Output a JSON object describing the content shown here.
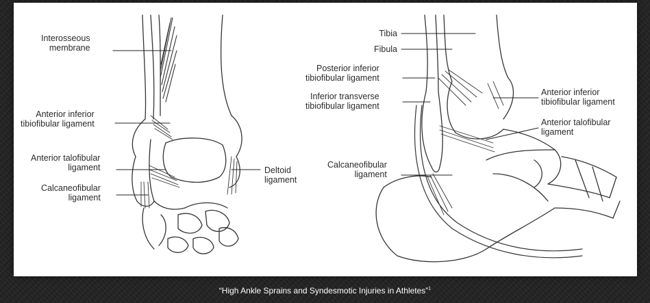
{
  "labels": {
    "interosseous_membrane": [
      "Interosseous",
      "membrane"
    ],
    "anterior_inferior_tibiofibular_left": [
      "Anterior inferior",
      "tibiofibular ligament"
    ],
    "anterior_talofibular_left": [
      "Anterior talofibular",
      "ligament"
    ],
    "calcaneofibular_left": [
      "Calcaneofibular",
      "ligament"
    ],
    "deltoid": [
      "Deltoid",
      "ligament"
    ],
    "tibia": "Tibia",
    "fibula": "Fibula",
    "posterior_inferior_tibiofibular": [
      "Posterior inferior",
      "tibiofibular ligament"
    ],
    "inferior_transverse_tibiofibular": [
      "Inferior transverse",
      "tibiofibular ligament"
    ],
    "calcaneofibular_right": [
      "Calcaneofibular",
      "ligament"
    ],
    "anterior_inferior_tibiofibular_right": [
      "Anterior inferior",
      "tibiofibular ligament"
    ],
    "anterior_talofibular_right": [
      "Anterior talofibular",
      "ligament"
    ]
  },
  "caption": {
    "text": "“High Ankle Sprains and Syndesmotic Injuries in Athletes”",
    "superscript": "1"
  }
}
